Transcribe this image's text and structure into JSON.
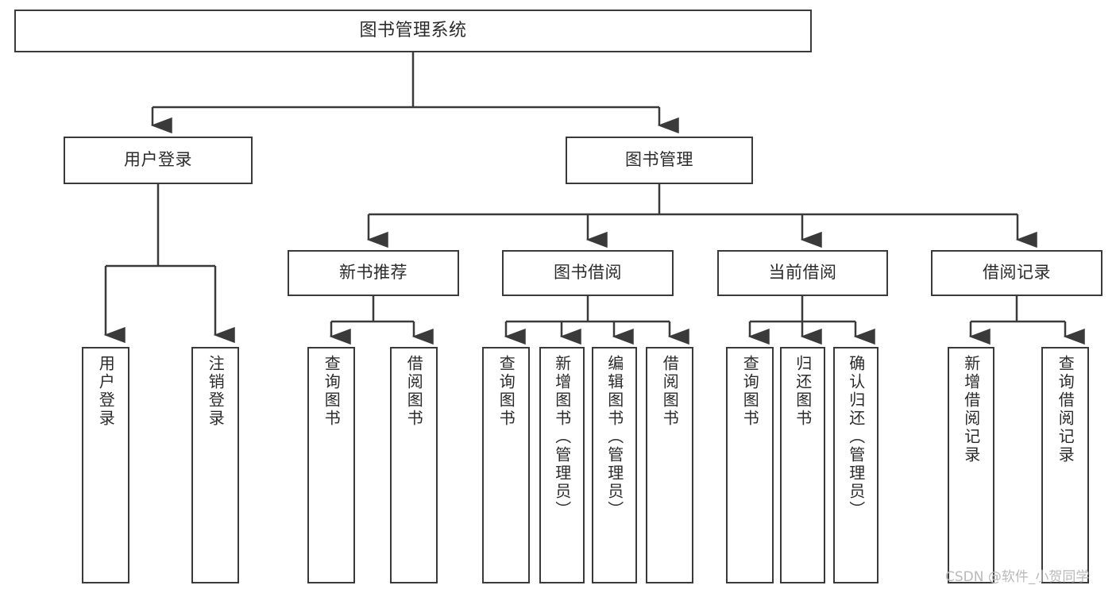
{
  "diagram": {
    "title": "图书管理系统",
    "type": "hierarchy-tree",
    "colors": {
      "stroke": "#3a3a3a",
      "fill": "#ffffff",
      "text": "#2b2b2b",
      "watermark": "#b9b9b9"
    },
    "nodes": {
      "root": {
        "label": "图书管理系统"
      },
      "level2": [
        {
          "label": "用户登录"
        },
        {
          "label": "图书管理"
        }
      ],
      "level3": [
        {
          "label": "新书推荐"
        },
        {
          "label": "图书借阅"
        },
        {
          "label": "当前借阅"
        },
        {
          "label": "借阅记录"
        }
      ],
      "leaves": {
        "user_login": [
          {
            "label": "用户登录"
          },
          {
            "label": "注销登录"
          }
        ],
        "new_book_rec": [
          {
            "label": "查询图书"
          },
          {
            "label": "借阅图书"
          }
        ],
        "book_borrow": [
          {
            "label": "查询图书"
          },
          {
            "label": "新增图书（管理员）"
          },
          {
            "label": "编辑图书（管理员）"
          },
          {
            "label": "借阅图书"
          }
        ],
        "current_borrow": [
          {
            "label": "查询图书"
          },
          {
            "label": "归还图书"
          },
          {
            "label": "确认归还（管理员）"
          }
        ],
        "borrow_record": [
          {
            "label": "新增借阅记录"
          },
          {
            "label": "查询借阅记录"
          }
        ]
      }
    },
    "watermark": "CSDN @软件_小贺同学"
  }
}
